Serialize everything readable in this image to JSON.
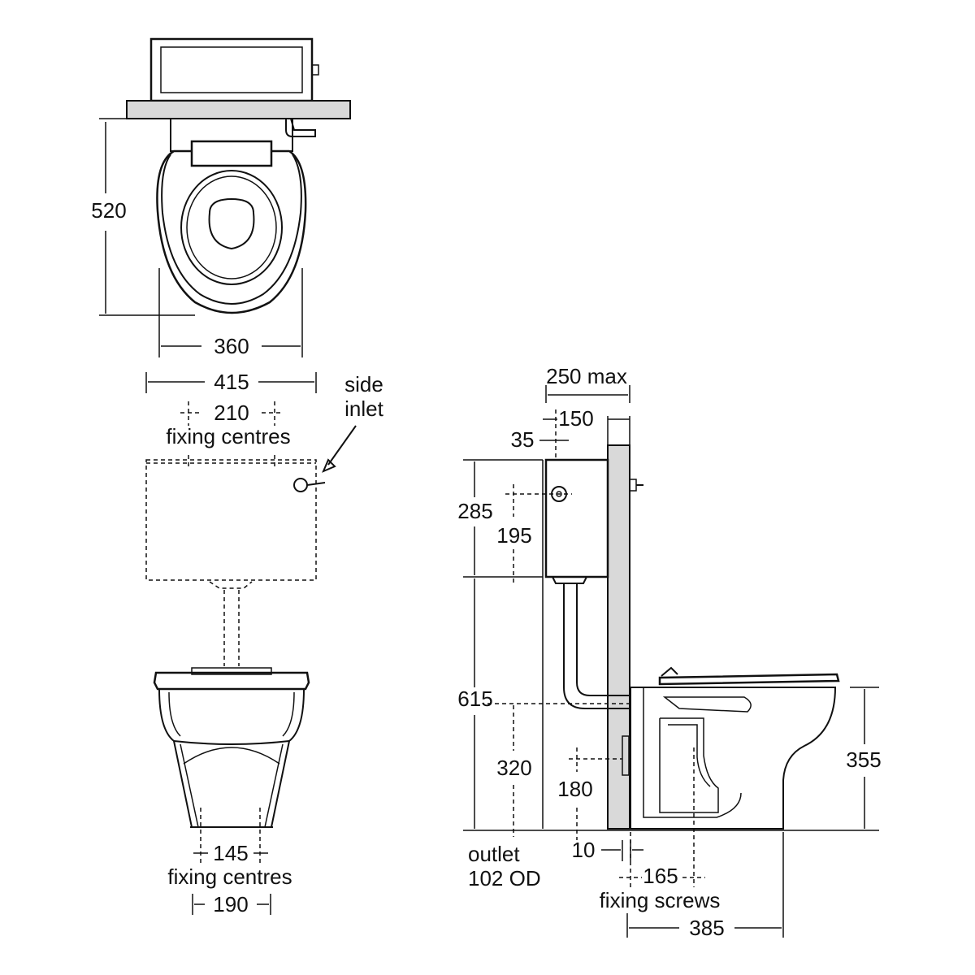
{
  "colors": {
    "line": "#111111",
    "wall": "#d9d9d9",
    "background": "#ffffff"
  },
  "labels": {
    "d520": "520",
    "d360": "360",
    "d415": "415",
    "side_inlet_1": "side",
    "side_inlet_2": "inlet",
    "d210": "210",
    "fixing_centres_top": "fixing centres",
    "d145": "145",
    "fixing_centres_bottom": "fixing centres",
    "d190": "190",
    "d250max": "250 max",
    "d150": "150",
    "d35": "35",
    "d285": "285",
    "d195": "195",
    "d615": "615",
    "d320": "320",
    "d180": "180",
    "d355": "355",
    "outlet_1": "outlet",
    "outlet_2": "102 OD",
    "d10": "10",
    "d165": "165",
    "fixing_screws": "fixing screws",
    "d385": "385"
  }
}
